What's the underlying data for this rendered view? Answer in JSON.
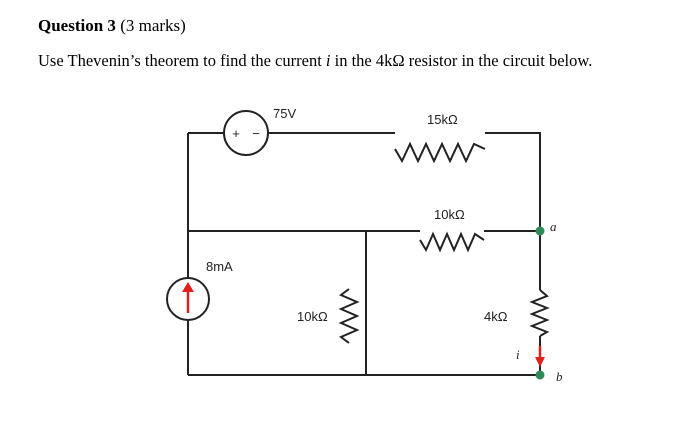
{
  "question": {
    "label": "Question 3",
    "marks": "(3 marks)",
    "text_before": "Use Thevenin’s theorem to find the current ",
    "variable": "i",
    "text_after": " in the 4kΩ resistor in the circuit below."
  },
  "circuit": {
    "voltage_source": {
      "value": "75V",
      "plus": "+",
      "minus": "−"
    },
    "current_source": {
      "value": "8mA"
    },
    "resistors": {
      "r_top": "15kΩ",
      "r_middle": "10kΩ",
      "r_vertical": "10kΩ",
      "r_load": "4kΩ"
    },
    "terminals": {
      "a": "a",
      "b": "b"
    },
    "current_label": "i",
    "colors": {
      "wire": "#222222",
      "node": "#2e8b57",
      "arrow": "#e0201b"
    }
  }
}
